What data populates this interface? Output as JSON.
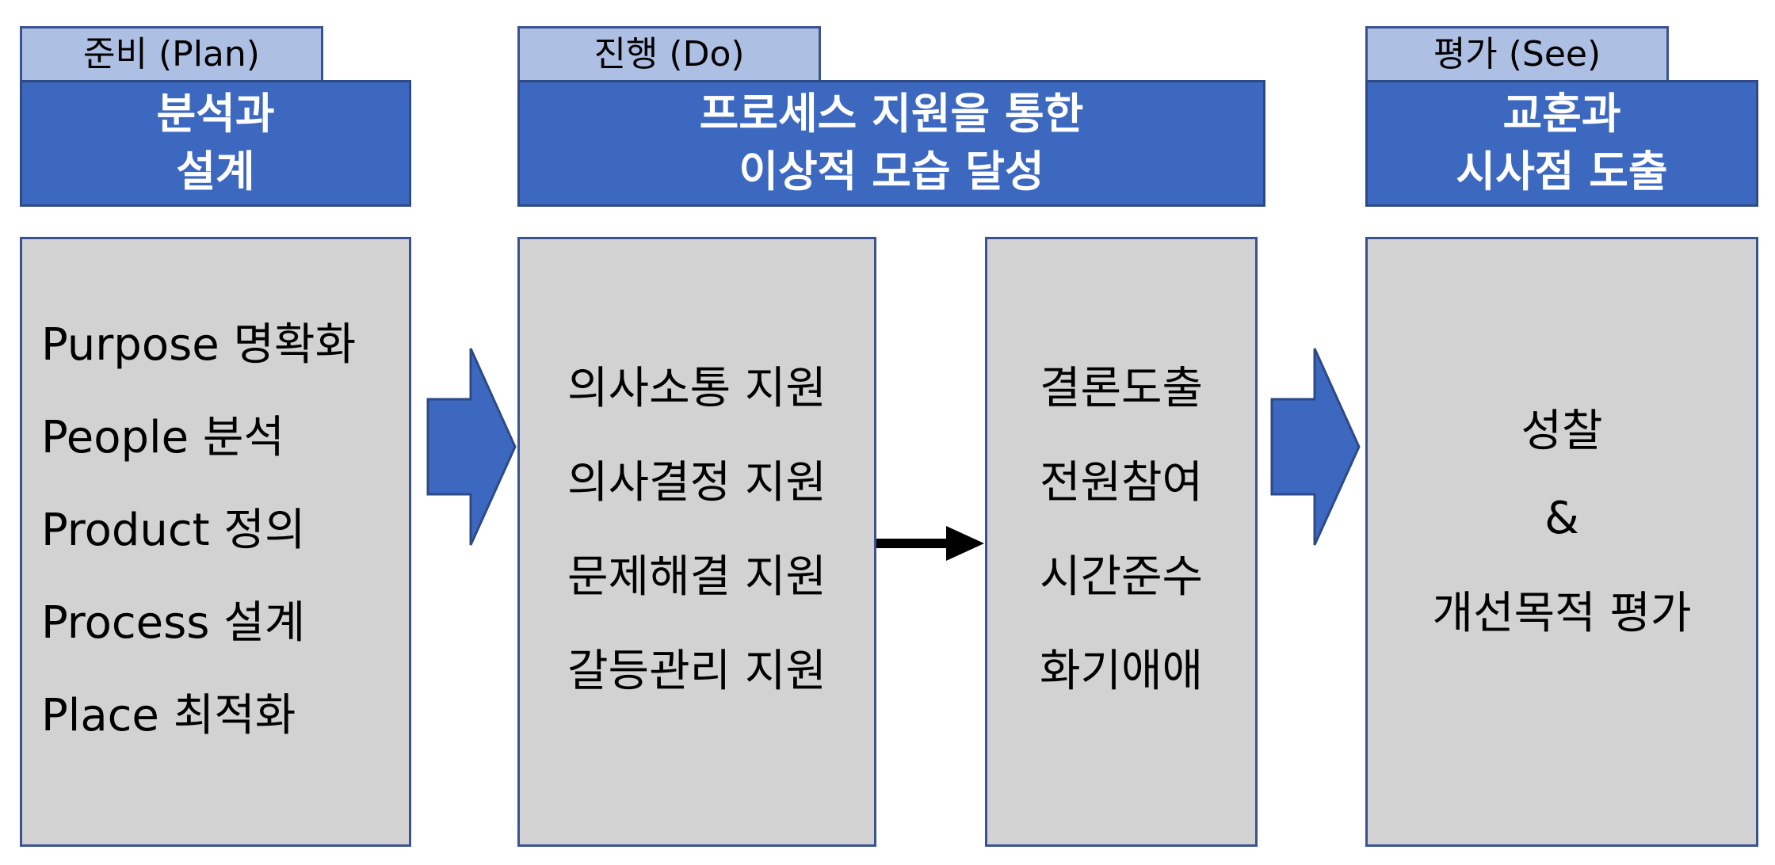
{
  "plan": {
    "tab_label": "준비 (Plan)",
    "banner_lines": [
      "분석과",
      "설계"
    ],
    "items": [
      "Purpose 명확화",
      "People 분석",
      "Product 정의",
      "Process 설계",
      "Place 최적화"
    ]
  },
  "do": {
    "tab_label": "진행 (Do)",
    "banner_lines": [
      "프로세스 지원을 통한",
      "이상적 모습 달성"
    ],
    "support_items": [
      "의사소통 지원",
      "의사결정 지원",
      "문제해결 지원",
      "갈등관리 지원"
    ],
    "outcome_items": [
      "결론도출",
      "전원참여",
      "시간준수",
      "화기애애"
    ]
  },
  "see": {
    "tab_label": "평가 (See)",
    "banner_lines": [
      "교훈과",
      "시사점 도출"
    ],
    "items": [
      "성찰",
      "&",
      "개선목적 평가"
    ]
  },
  "colors": {
    "banner": "#3c68c0",
    "tab": "#adc0e4",
    "box": "#d2d2d2",
    "arrow": "#3c68c0",
    "connector": "#000000"
  }
}
